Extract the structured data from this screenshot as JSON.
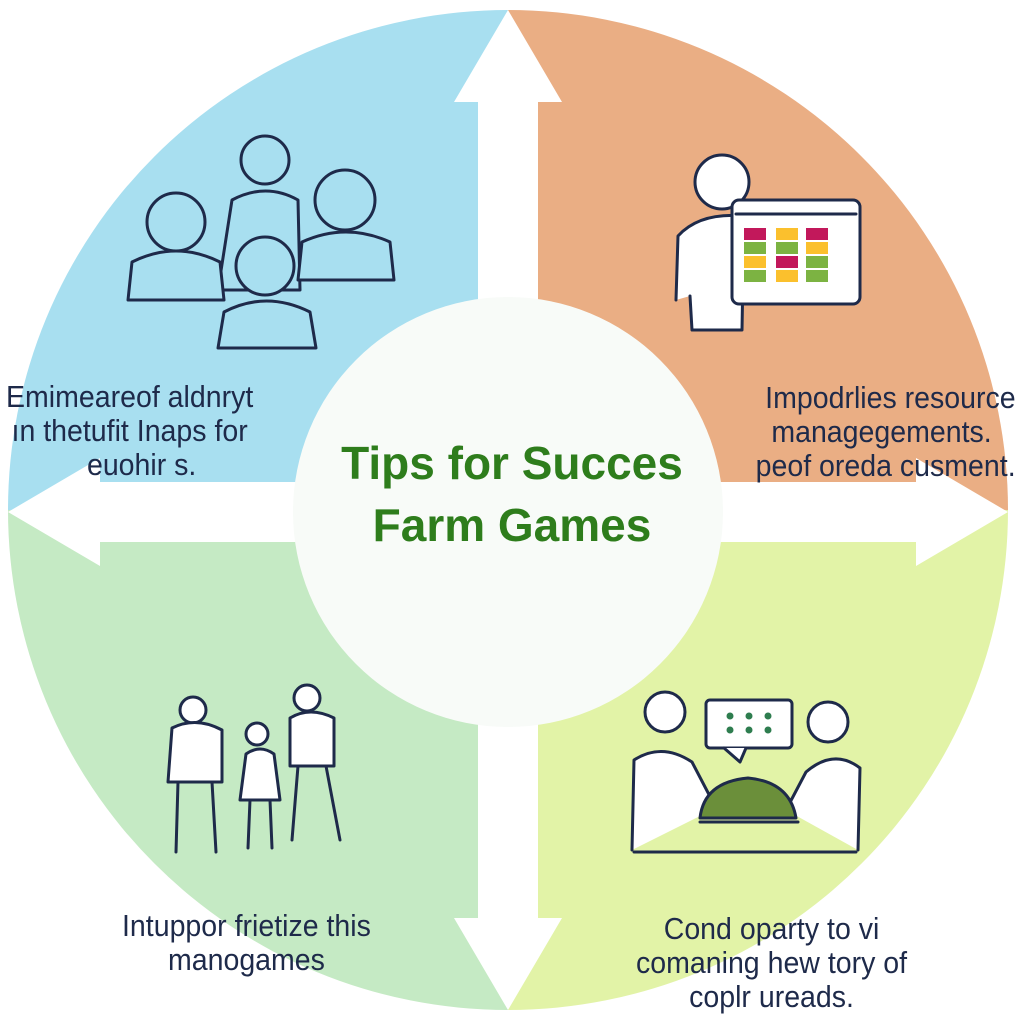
{
  "title_lines": [
    "Tips for Succes",
    "Farm Games"
  ],
  "quadrants": {
    "top_left": {
      "lines": [
        "Emimeareof aldnryt",
        "ın thetufit Inaps for",
        "euohir s."
      ],
      "color": "#a8dff0",
      "icon": "group-of-people-icon"
    },
    "top_right": {
      "lines": [
        "Impodrlies resource",
        "managegements.",
        "peof oreda cusment."
      ],
      "color": "#eaae84",
      "icon": "person-with-chart-board-icon"
    },
    "bottom_left": {
      "lines": [
        "Intuppor frietize this",
        "manogames"
      ],
      "color": "#c5eac4",
      "icon": "family-icon"
    },
    "bottom_right": {
      "lines": [
        "Cond oparty to vi",
        "comaning hew tory of",
        "coplr ureads."
      ],
      "color": "#e2f3a7",
      "icon": "two-people-sharing-crop-icon"
    }
  },
  "colors": {
    "title": "#2e7d1c",
    "text": "#1e2a4a",
    "line": "#1e2a4a",
    "center": "#f8fbf8"
  }
}
